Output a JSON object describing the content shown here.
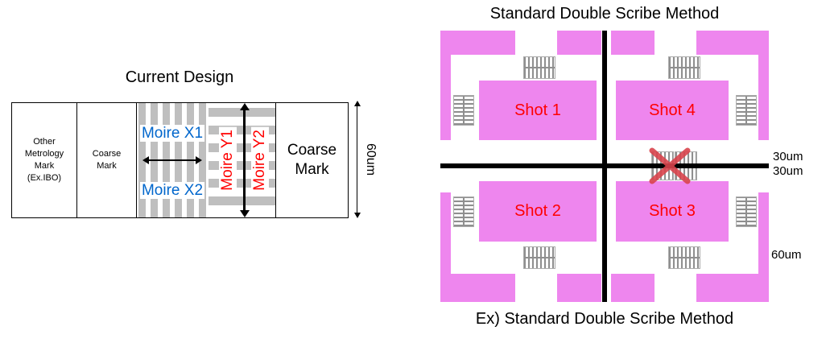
{
  "colors": {
    "pink": "#EE86EE",
    "stripe_gray": "#BFBFBF",
    "moire_blue": "#0066CC",
    "moire_red": "#FF0000",
    "shot_red": "#FF0000",
    "cross_red": "#D8444C",
    "scribe_line": "#000000"
  },
  "left": {
    "title": "Current Design",
    "other_mark": [
      "Other",
      "Metrology",
      "Mark",
      "(Ex.IBO)"
    ],
    "coarse_small": [
      "Coarse",
      "Mark"
    ],
    "moire_x1": "Moire X1",
    "moire_x2": "Moire X2",
    "moire_y1": "Moire Y1",
    "moire_y2": "Moire Y2",
    "coarse_large": [
      "Coarse",
      "Mark"
    ],
    "height_dim": "60um"
  },
  "right": {
    "title": "Standard Double Scribe Method",
    "caption": "Ex) Standard Double Scribe Method",
    "shots": {
      "s1": "Shot 1",
      "s2": "Shot 2",
      "s3": "Shot 3",
      "s4": "Shot 4"
    },
    "dims": {
      "upper": "30um",
      "lower": "30um",
      "bottom": "60um"
    }
  }
}
